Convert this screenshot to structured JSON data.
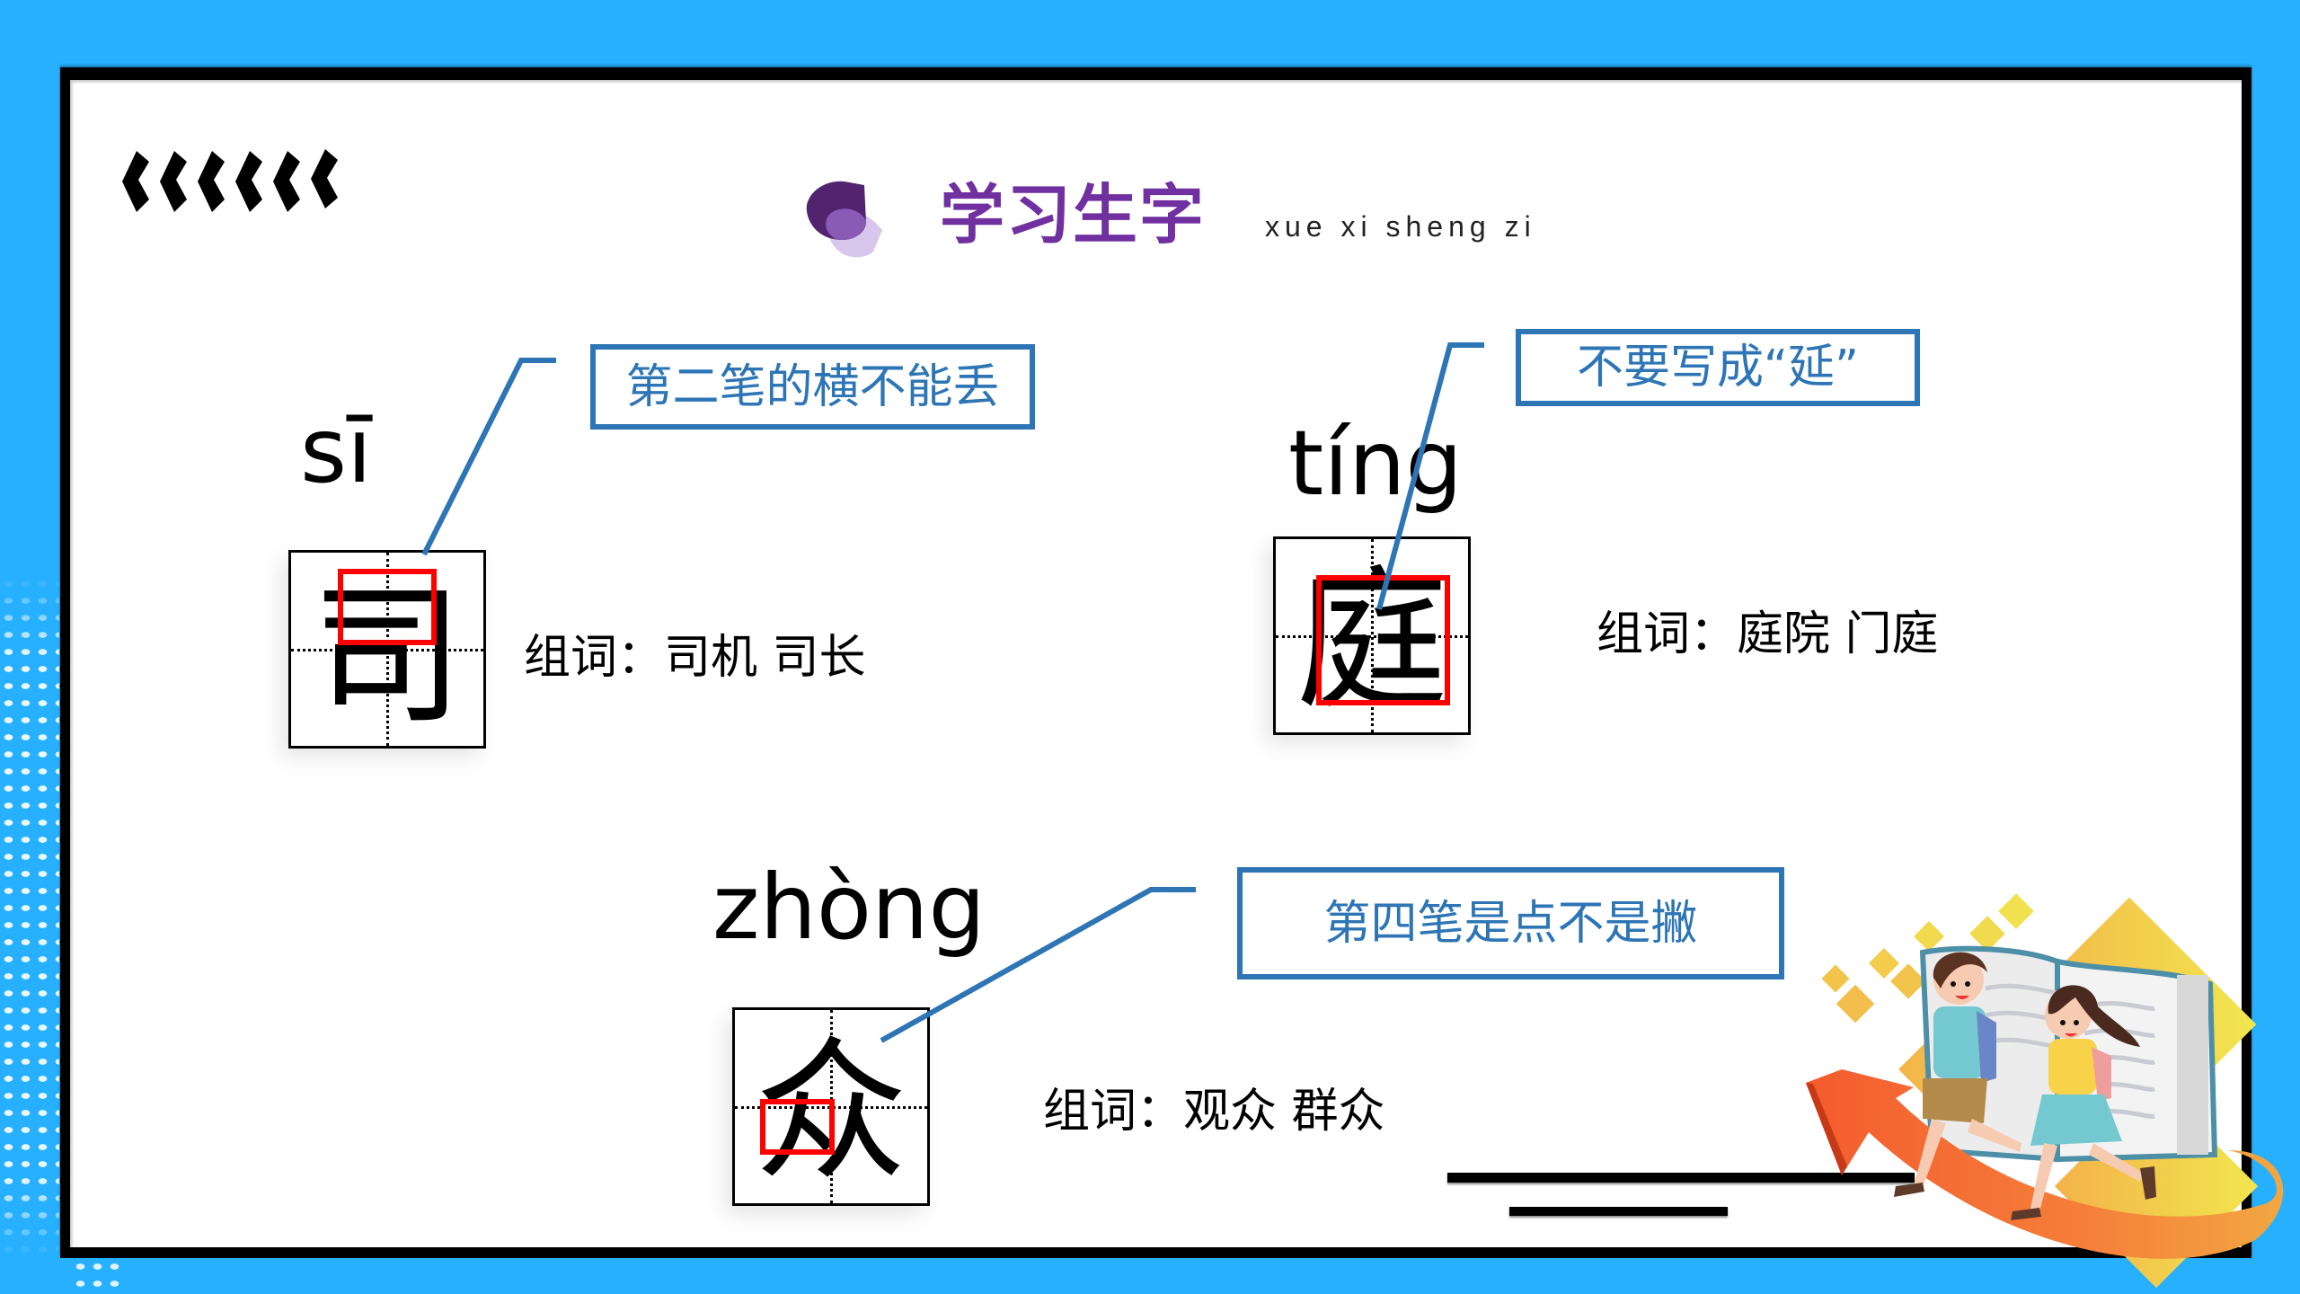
{
  "slide": {
    "title": "学习生字",
    "subtitle": "xue xi sheng zi",
    "colors": {
      "background": "#26B0FF",
      "frame": "#000000",
      "title": "#7030A0",
      "callout": "#2E75B6",
      "highlight": "#FF0000"
    }
  },
  "decor": {
    "chevron_count": 6,
    "chevron_icon": "left-chevron-icon",
    "logo_icon": "purple-droplet-logo-icon",
    "illustration": "children-running-with-book-illustration"
  },
  "characters": [
    {
      "pinyin": "sī",
      "hanzi": "司",
      "note": "第二笔的横不能丢",
      "words": "组词：司机  司长"
    },
    {
      "pinyin": "tíng",
      "hanzi": "庭",
      "note": "不要写成“延”",
      "words": "组词：庭院  门庭"
    },
    {
      "pinyin": "zhòng",
      "hanzi": "众",
      "note": "第四笔是点不是撇",
      "words": "组词：观众  群众"
    }
  ]
}
